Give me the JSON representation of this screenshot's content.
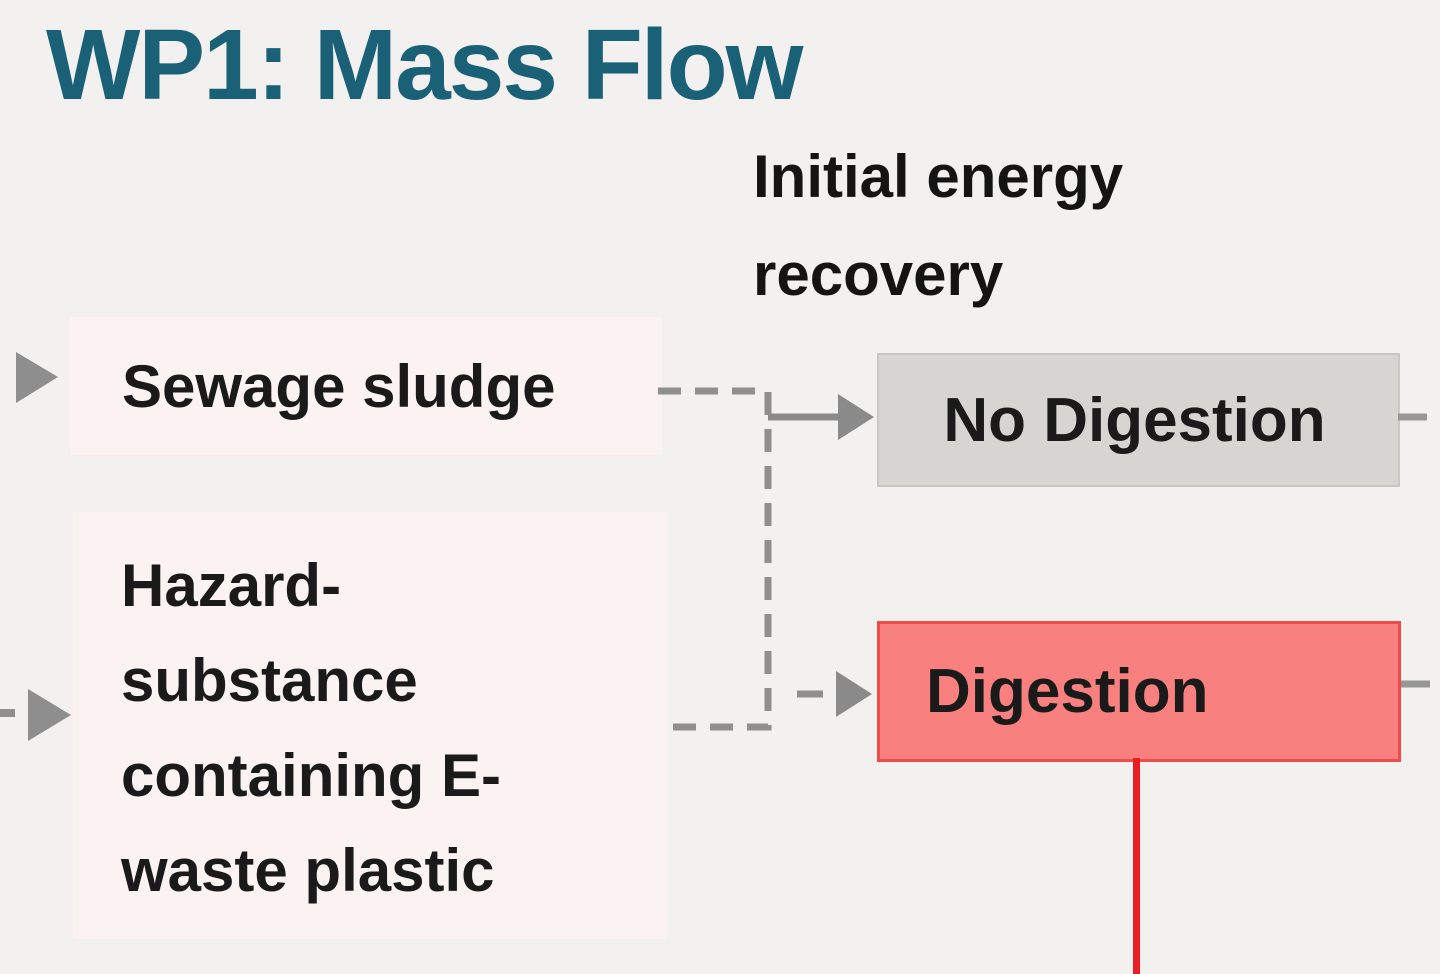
{
  "title": "WP1: Mass Flow",
  "annotations": {
    "initial_energy_recovery": "Initial energy\nrecovery"
  },
  "nodes": {
    "sewage": {
      "label": "Sewage sludge"
    },
    "hazard": {
      "label": "Hazard-\nsubstance\ncontaining E-\nwaste plastic"
    },
    "no_digestion": {
      "label": "No Digestion"
    },
    "digestion": {
      "label": "Digestion"
    }
  },
  "icons": {
    "sewage_input": "right-triangle-arrow",
    "hazard_input": "right-triangle-arrow",
    "no_digestion_input": "right-solid-arrow",
    "digestion_input": "right-dashed-arrow"
  },
  "colors": {
    "background": "#f2f1ef",
    "title_teal": "#1a6077",
    "text_black": "#141414",
    "input_box_fill": "#fbf3f2",
    "no_digestion_fill": "#d7d5d2",
    "no_digestion_border": "#c9c6c3",
    "digestion_fill": "#f8807e",
    "digestion_border": "#ee4b4b",
    "connector_gray": "#8f8f8f",
    "arrow_gray": "#8a8a8a",
    "flow_red": "#ea1c24"
  }
}
